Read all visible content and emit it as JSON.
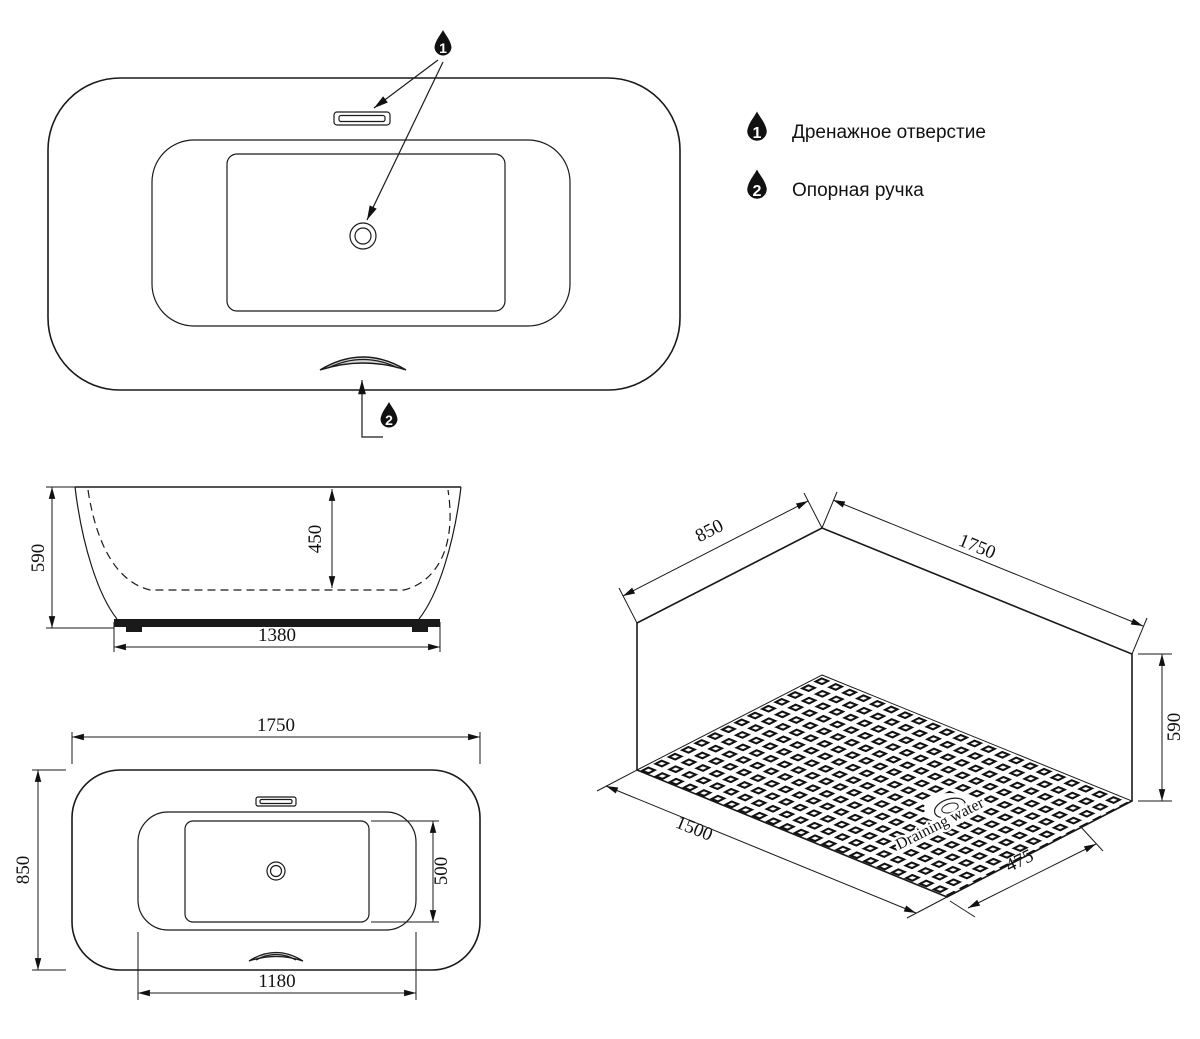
{
  "legend": {
    "items": [
      {
        "num": "1",
        "label": "Дренажное отверстие"
      },
      {
        "num": "2",
        "label": "Опорная ручка"
      }
    ]
  },
  "callouts": {
    "c1": "1",
    "c2": "2"
  },
  "side_view": {
    "height": "590",
    "inner_depth": "450",
    "base_width": "1380"
  },
  "plan_view": {
    "length": "1750",
    "width": "850",
    "basin_width": "500",
    "inner_length": "1180"
  },
  "iso_view": {
    "width": "850",
    "length": "1750",
    "height": "590",
    "bottom_length": "1500",
    "drain_offset": "475",
    "drain_label": "Draining water"
  }
}
